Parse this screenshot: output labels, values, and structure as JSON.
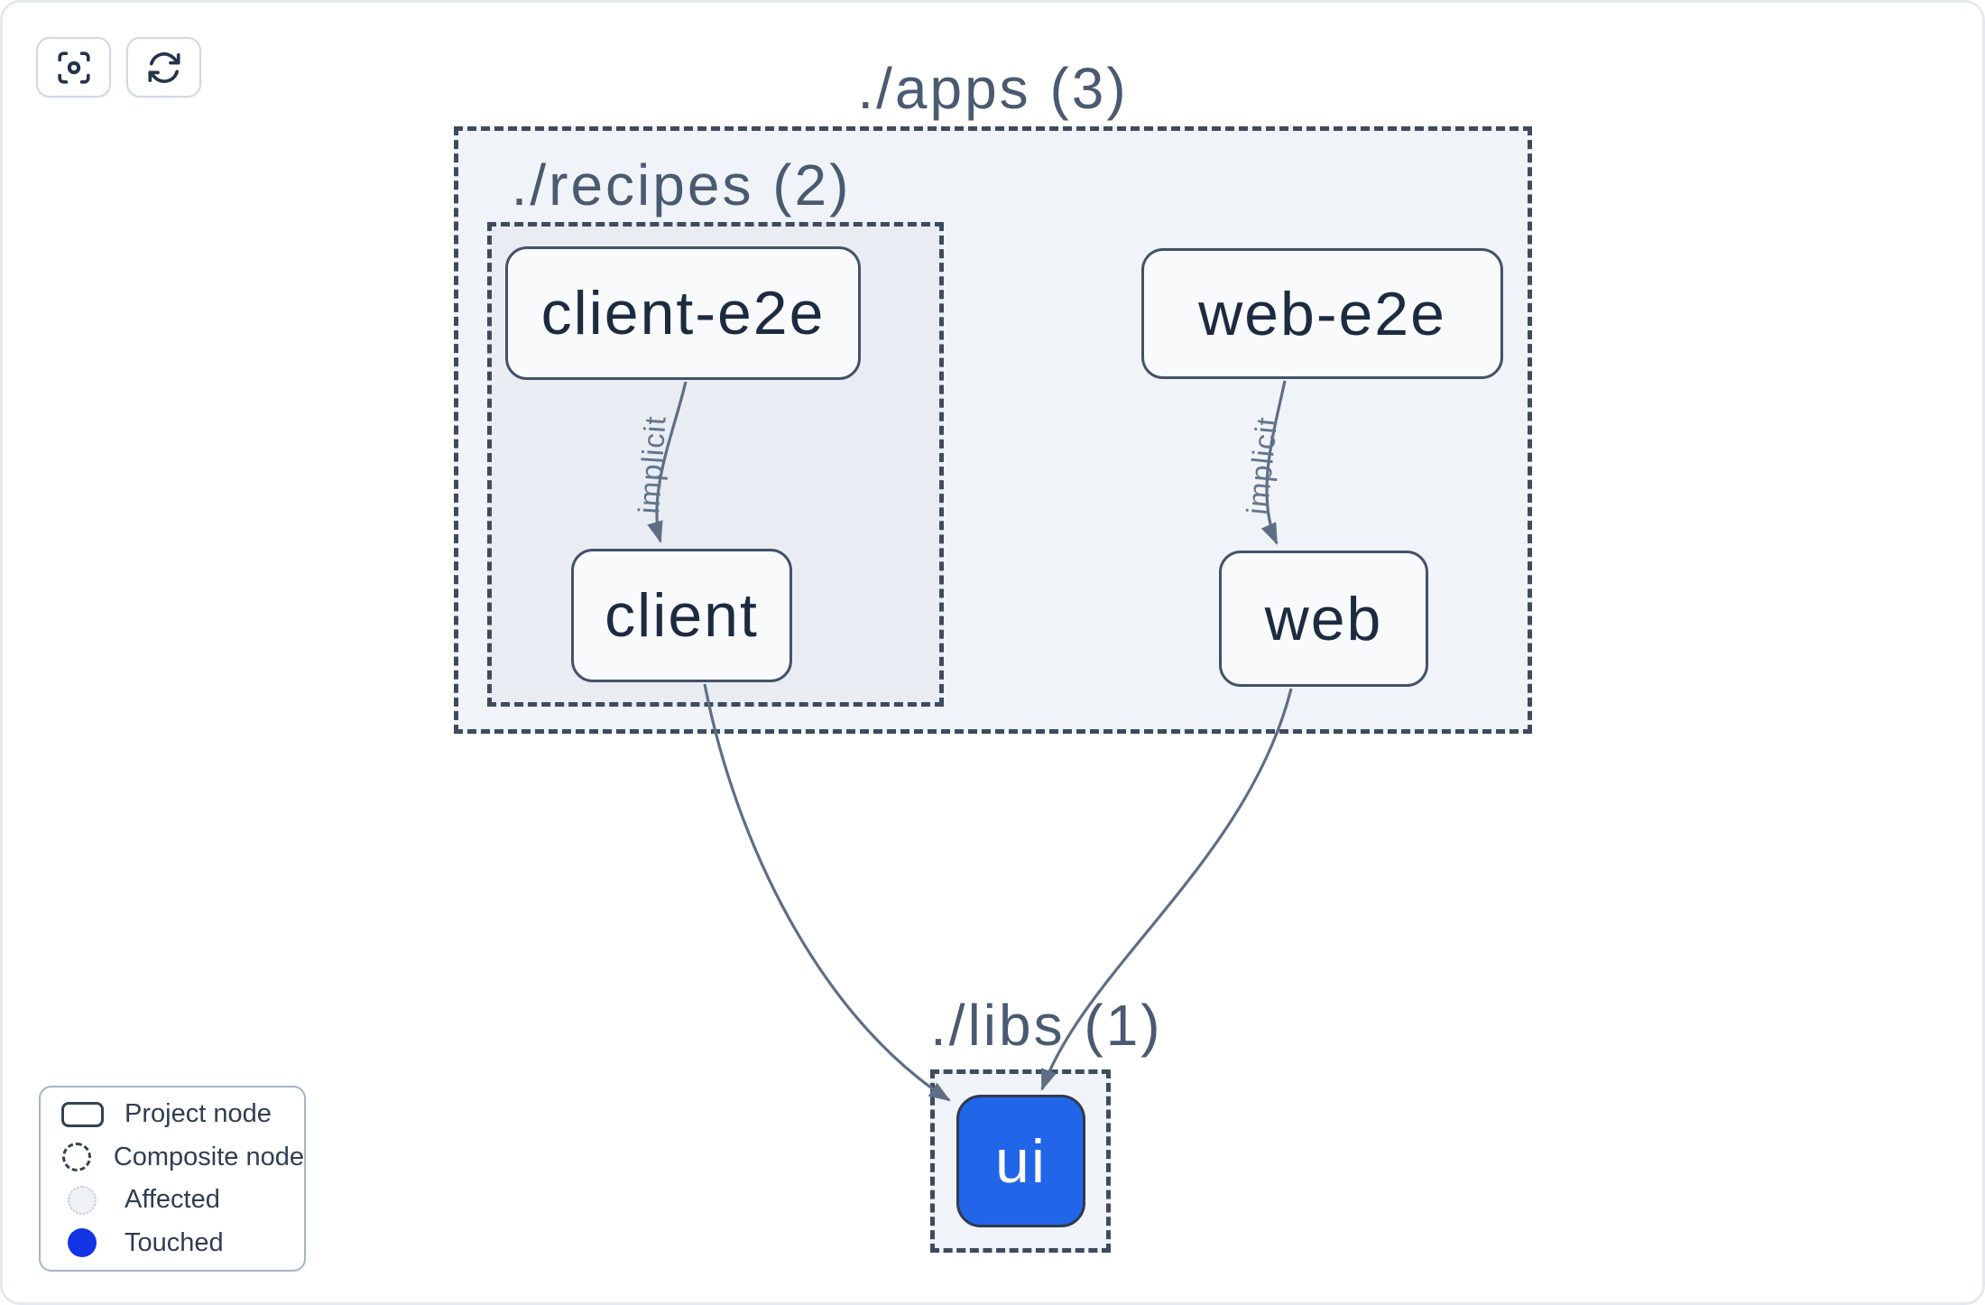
{
  "toolbar": {
    "focus_button": {
      "icon": "viewfinder-icon",
      "tooltip": ""
    },
    "refresh_button": {
      "icon": "refresh-icon",
      "tooltip": ""
    }
  },
  "graph": {
    "groups": [
      {
        "id": "apps",
        "label": "./apps (3)",
        "count": 3
      },
      {
        "id": "recipes",
        "label": "./recipes (2)",
        "count": 2
      },
      {
        "id": "libs",
        "label": "./libs (1)",
        "count": 1
      }
    ],
    "nodes": [
      {
        "id": "client-e2e",
        "label": "client-e2e",
        "group": "recipes",
        "state": "default"
      },
      {
        "id": "client",
        "label": "client",
        "group": "recipes",
        "state": "default"
      },
      {
        "id": "web-e2e",
        "label": "web-e2e",
        "group": "apps",
        "state": "default"
      },
      {
        "id": "web",
        "label": "web",
        "group": "apps",
        "state": "default"
      },
      {
        "id": "ui",
        "label": "ui",
        "group": "libs",
        "state": "touched"
      }
    ],
    "edges": [
      {
        "from": "client-e2e",
        "to": "client",
        "label": "implicit"
      },
      {
        "from": "web-e2e",
        "to": "web",
        "label": "implicit"
      },
      {
        "from": "client",
        "to": "ui",
        "label": ""
      },
      {
        "from": "web",
        "to": "ui",
        "label": ""
      }
    ]
  },
  "legend": {
    "items": [
      {
        "label": "Project node",
        "swatch": "project-node-swatch"
      },
      {
        "label": "Composite node",
        "swatch": "composite-node-swatch"
      },
      {
        "label": "Affected",
        "swatch": "affected-swatch"
      },
      {
        "label": "Touched",
        "swatch": "touched-swatch"
      }
    ]
  },
  "colors": {
    "touched_node_fill": "#2166e8",
    "touched_legend_dot": "#1334e4",
    "composite_border": "#3e4b5e",
    "node_border": "#42526b",
    "node_fill": "#f8fafc",
    "group_fill": "#eef2f6",
    "edge": "#5e6e85",
    "group_title_text": "#4a5a70",
    "node_text": "#1d2b40"
  }
}
